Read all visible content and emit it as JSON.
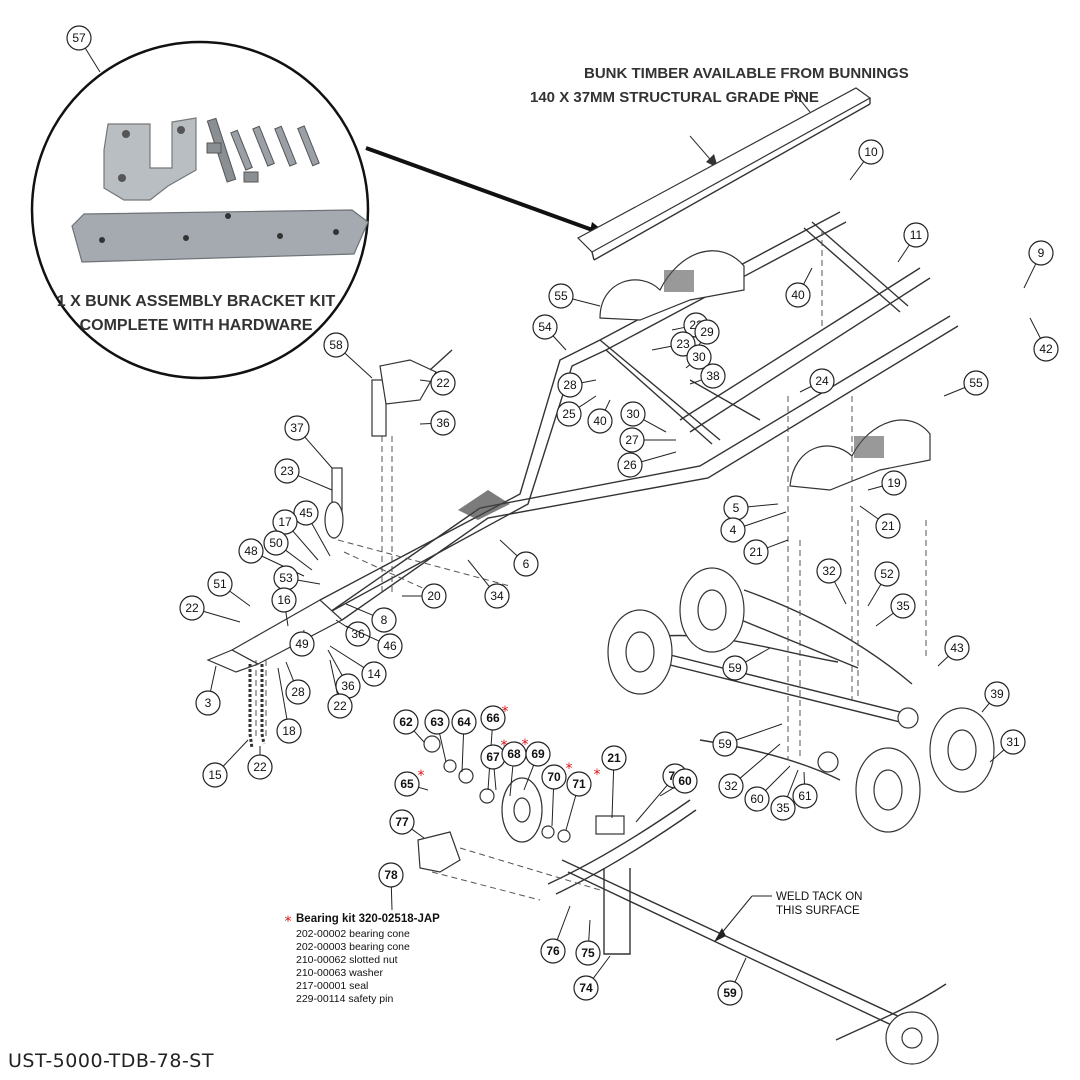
{
  "callout": {
    "line1": "BUNK TIMBER AVAILABLE FROM BUNNINGS",
    "line2": "140 X 37MM STRUCTURAL GRADE PINE"
  },
  "kit": {
    "line1": "1 X BUNK ASSEMBLY BRACKET KIT",
    "line2": "COMPLETE WITH HARDWARE"
  },
  "weld_note": {
    "line1": "WELD TACK ON",
    "line2": "THIS SURFACE"
  },
  "bearing_kit": {
    "star": "*",
    "title": "Bearing kit 320-02518-JAP",
    "items": [
      "202-00002 bearing cone",
      "202-00003 bearing cone",
      "210-00062 slotted nut",
      "210-00063 washer",
      "217-00001 seal",
      "229-00114 safety pin"
    ]
  },
  "footer": {
    "part_number": "UST-5000-TDB-78-ST"
  },
  "bubbles": [
    {
      "label": "57"
    },
    {
      "label": "10"
    },
    {
      "label": "11"
    },
    {
      "label": "9"
    },
    {
      "label": "42"
    },
    {
      "label": "55"
    },
    {
      "label": "22"
    },
    {
      "label": "23"
    },
    {
      "label": "29"
    },
    {
      "label": "30"
    },
    {
      "label": "38"
    },
    {
      "label": "28"
    },
    {
      "label": "25"
    },
    {
      "label": "40"
    },
    {
      "label": "40"
    },
    {
      "label": "54"
    },
    {
      "label": "58"
    },
    {
      "label": "22"
    },
    {
      "label": "36"
    },
    {
      "label": "24"
    },
    {
      "label": "30"
    },
    {
      "label": "27"
    },
    {
      "label": "26"
    },
    {
      "label": "55"
    },
    {
      "label": "19"
    },
    {
      "label": "5"
    },
    {
      "label": "4"
    },
    {
      "label": "21"
    },
    {
      "label": "21"
    },
    {
      "label": "37"
    },
    {
      "label": "23"
    },
    {
      "label": "6"
    },
    {
      "label": "45"
    },
    {
      "label": "17"
    },
    {
      "label": "50"
    },
    {
      "label": "48"
    },
    {
      "label": "53"
    },
    {
      "label": "51"
    },
    {
      "label": "16"
    },
    {
      "label": "8"
    },
    {
      "label": "20"
    },
    {
      "label": "34"
    },
    {
      "label": "22"
    },
    {
      "label": "36"
    },
    {
      "label": "46"
    },
    {
      "label": "49"
    },
    {
      "label": "14"
    },
    {
      "label": "36"
    },
    {
      "label": "22"
    },
    {
      "label": "3"
    },
    {
      "label": "28"
    },
    {
      "label": "18"
    },
    {
      "label": "15"
    },
    {
      "label": "22"
    },
    {
      "label": "32"
    },
    {
      "label": "52"
    },
    {
      "label": "35"
    },
    {
      "label": "43"
    },
    {
      "label": "59"
    },
    {
      "label": "39"
    },
    {
      "label": "31"
    },
    {
      "label": "59"
    },
    {
      "label": "32"
    },
    {
      "label": "60"
    },
    {
      "label": "35"
    },
    {
      "label": "61"
    },
    {
      "label": "62"
    },
    {
      "label": "63"
    },
    {
      "label": "64"
    },
    {
      "label": "66"
    },
    {
      "label": "67"
    },
    {
      "label": "68"
    },
    {
      "label": "69"
    },
    {
      "label": "65"
    },
    {
      "label": "70"
    },
    {
      "label": "71"
    },
    {
      "label": "21"
    },
    {
      "label": "73"
    },
    {
      "label": "60"
    },
    {
      "label": "77"
    },
    {
      "label": "78"
    },
    {
      "label": "76"
    },
    {
      "label": "75"
    },
    {
      "label": "74"
    },
    {
      "label": "59"
    }
  ]
}
